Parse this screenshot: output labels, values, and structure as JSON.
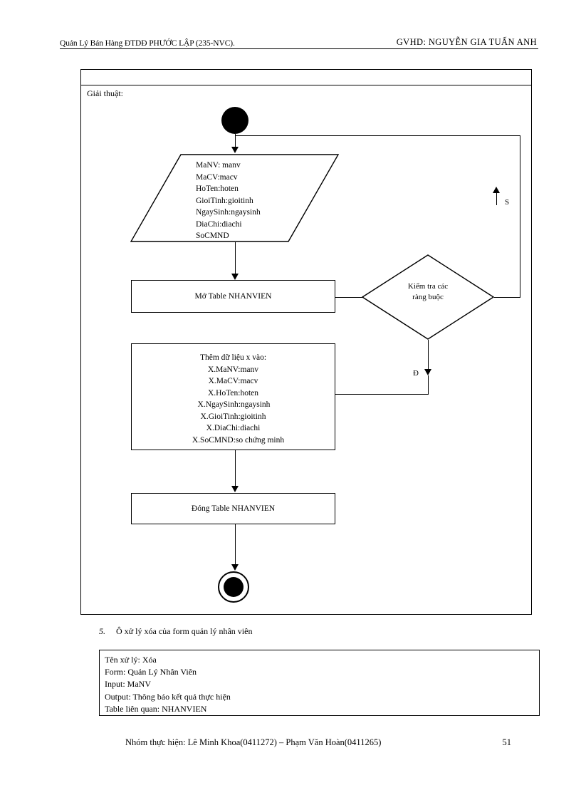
{
  "header": {
    "left": "Quản Lý Bán Hàng ĐTDĐ PHƯỚC LẬP (235-NVC).",
    "right": "GVHD:  NGUYỄN  GIA TUẤN ANH"
  },
  "diagram": {
    "title": "Giải thuật:",
    "start_node": "start-node",
    "end_node": "end-node",
    "input_lines": [
      "MaNV:  manv",
      "MaCV:macv",
      "HoTen:hoten",
      "GioiTinh:gioitinh",
      "NgaySinh:ngaysinh",
      "DiaChi:diachi",
      "SoCMND"
    ],
    "input_text": "MaNV:  manv\nMaCV:macv\nHoTen:hoten\nGioiTinh:gioitinh\nNgaySinh:ngaysinh\nDiaChi:diachi\nSoCMND",
    "box_open": "Mở Table NHANVIEN",
    "decision": "Kiểm tra các\nràng buộc",
    "decision_line1": "Kiểm tra các",
    "decision_line2": "ràng buộc",
    "edge_label_loop": "S",
    "edge_label_continue": "Đ",
    "insert": {
      "l1": "Thêm dữ liệu x vào:",
      "l2": "X.MaNV:manv",
      "l3": "X.MaCV:macv",
      "l4": "X.HoTen:hoten",
      "l5": "X.NgaySinh:ngaysinh",
      "l6": "X.GioiTinh:gioitinh",
      "l7": "X.DiaChi:diachi",
      "l8": "X.SoCMND:so  chứng minh"
    },
    "box_close": "Đóng Table NHANVIEN"
  },
  "caption": {
    "number": "5.",
    "text": "Ô xử lý xóa của form quản lý nhân viên"
  },
  "spec": {
    "rows": [
      "Tên xử lý: Xóa",
      "Form:  Quản Lý Nhân Viên",
      "Input:  MaNV",
      "Output:  Thông báo kết quả thực hiện",
      "Table liên quan:  NHANVIEN"
    ]
  },
  "footer": {
    "authors": "Nhóm thực hiện:  Lê Minh  Khoa(0411272) – Phạm  Văn Hoàn(0411265)",
    "page_number": "51"
  },
  "colors": {
    "ink": "#000000",
    "paper": "#ffffff"
  }
}
